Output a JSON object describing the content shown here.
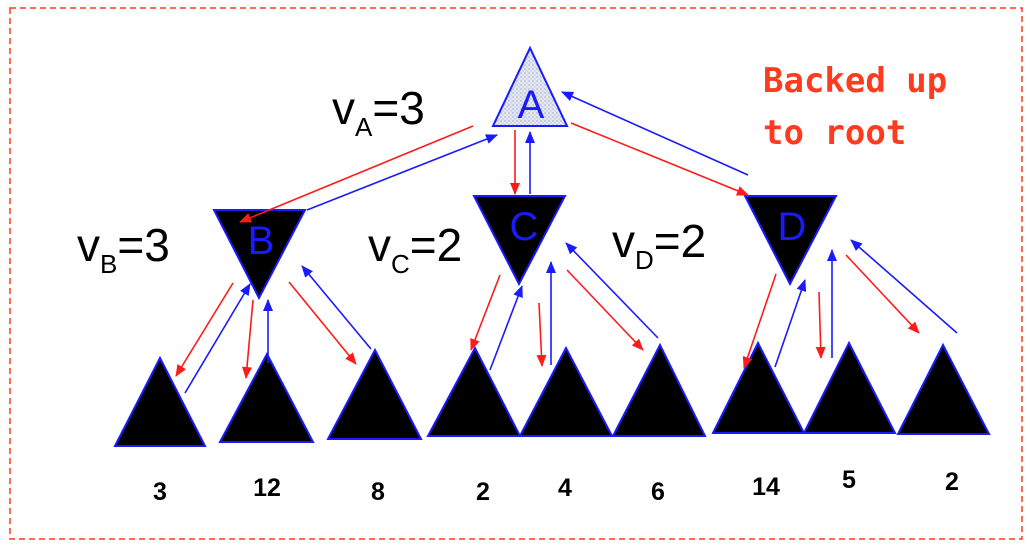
{
  "nodes": {
    "A": {
      "letter": "A",
      "label_main": "v",
      "label_sub": "A",
      "label_value": "=3"
    },
    "B": {
      "letter": "B",
      "label_main": "v",
      "label_sub": "B",
      "label_value": "=3"
    },
    "C": {
      "letter": "C",
      "label_main": "v",
      "label_sub": "C",
      "label_value": "=2"
    },
    "D": {
      "letter": "D",
      "label_main": "v",
      "label_sub": "D",
      "label_value": "=2"
    }
  },
  "leaves": [
    "3",
    "12",
    "8",
    "2",
    "4",
    "6",
    "14",
    "5",
    "2"
  ],
  "note": {
    "line1": "Backed up",
    "line2": "to root"
  },
  "colors": {
    "frame": "#ff3b1f",
    "down_arrow": "#ff1a1a",
    "up_arrow": "#1a1aff",
    "node_fill": "#000000",
    "root_fill": "#dfe3ee",
    "node_stroke": "#1a1aff",
    "node_letter": "#1a1aff"
  }
}
